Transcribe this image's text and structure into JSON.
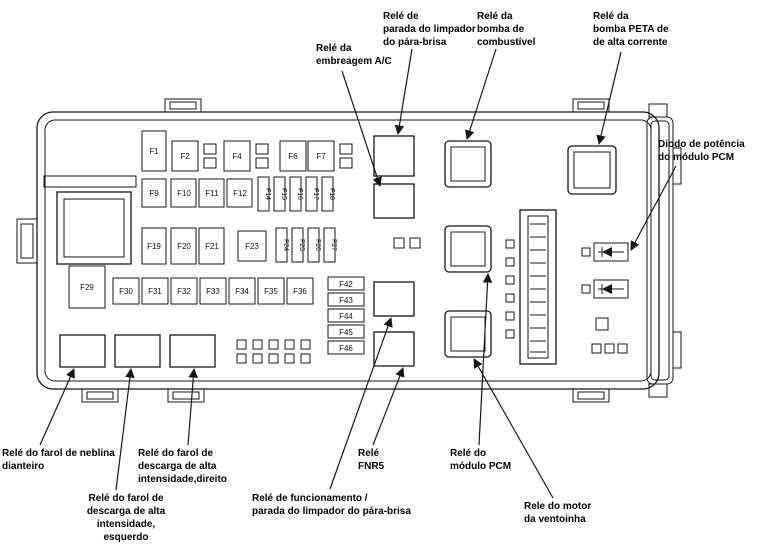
{
  "callouts": {
    "wiper_park_label": "Relé de\nparada do limpador\ndo pára-brisa",
    "fuel_pump_label": "Relé da\nbomba de\ncombustível",
    "peta_pump_label": "Relé da\nbomba PETA de\nde alta corrente",
    "ac_clutch_label": "Relé da\nembreagem A/C",
    "pcm_diode_label": "Diodo de potência\ndo módulo PCM",
    "front_fog_label": "Relé do farol de neblina\ndianteiro",
    "hid_right_label": "Relé do farol de\ndescarga de alta\nintensidade,direito",
    "hid_left_label": "Relé do farol de\ndescarga de alta\nintensidade,\nesquerdo",
    "wiper_run_label": "Relé de funcionamento /\nparada do limpador do pára-brisa",
    "fnr5_label": "Relé\nFNR5",
    "pcm_module_label": "Relé do\nmódulo PCM",
    "fan_motor_label": "Rele do motor\nda ventoinha"
  },
  "fuses": {
    "row1": [
      "F1",
      "F2",
      "F4",
      "F6",
      "F7"
    ],
    "row2": [
      "F9",
      "F10",
      "F11",
      "F12"
    ],
    "row2_vertical": [
      "F14",
      "F15",
      "F16",
      "F17",
      "F18"
    ],
    "row3": [
      "F19",
      "F20",
      "F21",
      "F23"
    ],
    "row3_vertical": [
      "F24",
      "F25",
      "F26",
      "F27"
    ],
    "row4": [
      "F29",
      "F30",
      "F31",
      "F32",
      "F33",
      "F34",
      "F35",
      "F36"
    ],
    "stack": [
      "F42",
      "F43",
      "F44",
      "F45",
      "F46"
    ]
  },
  "line_color": "#161616"
}
